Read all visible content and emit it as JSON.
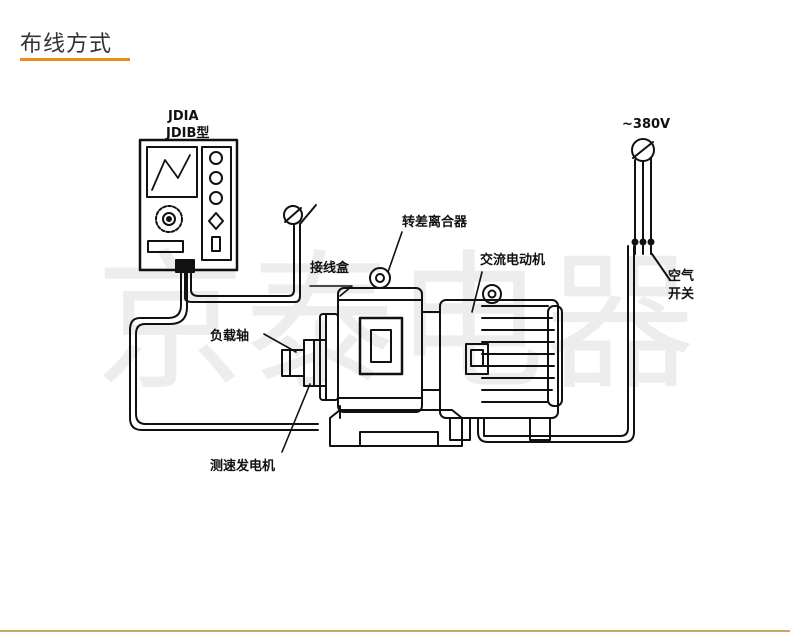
{
  "header": {
    "title": "布线方式",
    "accent_color": "#f08a1c"
  },
  "diagram": {
    "controller_models": [
      "JDIA",
      "JDIB型"
    ],
    "labels": {
      "differential_clutch": "转差离合器",
      "junction_box": "接线盒",
      "ac_motor": "交流电动机",
      "load_shaft": "负载轴",
      "tachogenerator": "测速发电机",
      "voltage": "~380V",
      "air_switch_line1": "空气",
      "air_switch_line2": "开关"
    },
    "watermark": "京泰电器",
    "line_color": "#111111"
  },
  "footer": {
    "line_color": "#c7a76a"
  }
}
